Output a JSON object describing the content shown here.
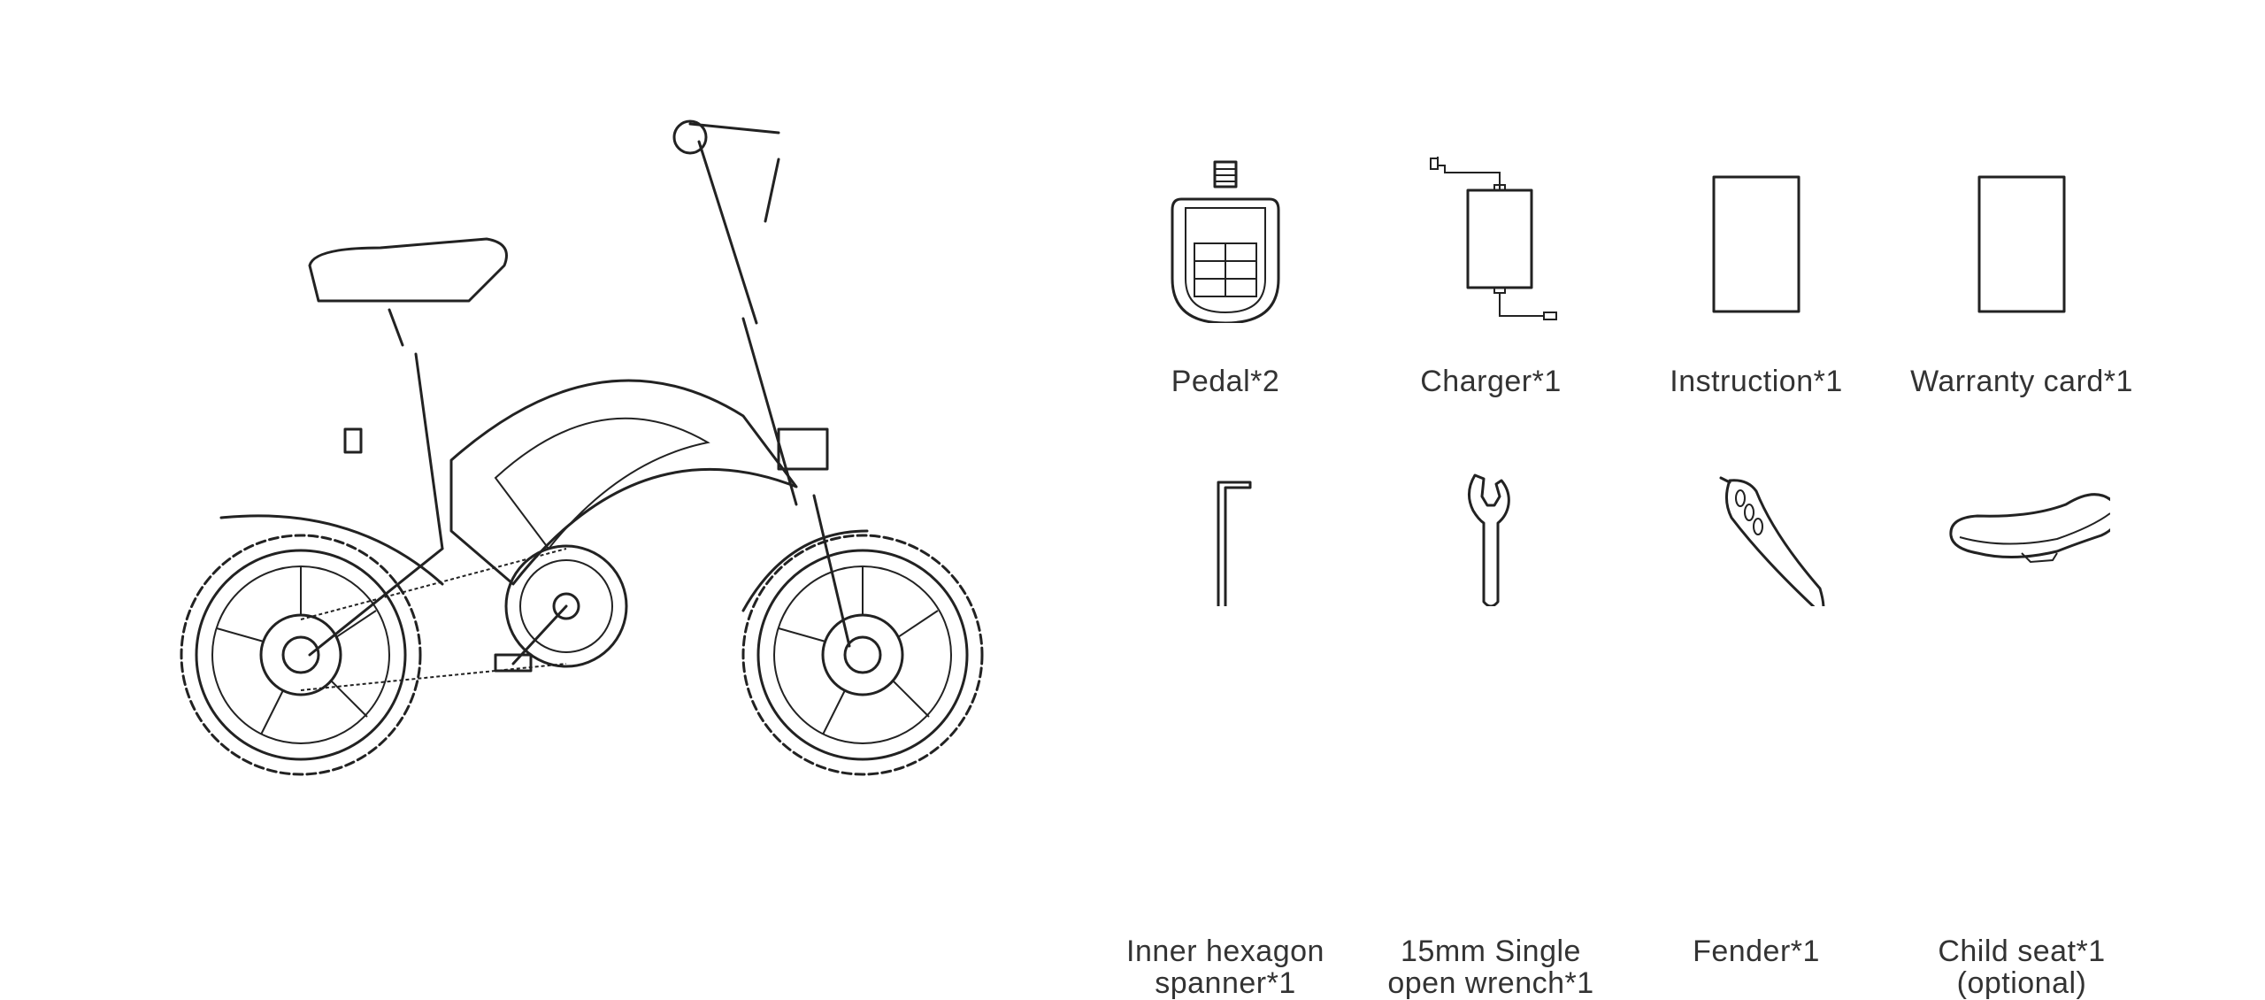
{
  "diagram": {
    "main_item_icon": "folding-electric-bike-icon",
    "accessories": [
      {
        "label": "Pedal*2",
        "icon": "pedal-icon"
      },
      {
        "label": "Charger*1",
        "icon": "charger-icon"
      },
      {
        "label": "Instruction*1",
        "icon": "booklet-icon"
      },
      {
        "label": "Warranty card*1",
        "icon": "card-icon"
      },
      {
        "label": "Inner hexagon\nspanner*1",
        "icon": "hex-key-icon"
      },
      {
        "label": "15mm Single\nopen wrench*1",
        "icon": "wrench-icon"
      },
      {
        "label": "Fender*1",
        "icon": "fender-icon"
      },
      {
        "label": "Child seat*1\n(optional)",
        "icon": "child-seat-icon"
      }
    ]
  }
}
